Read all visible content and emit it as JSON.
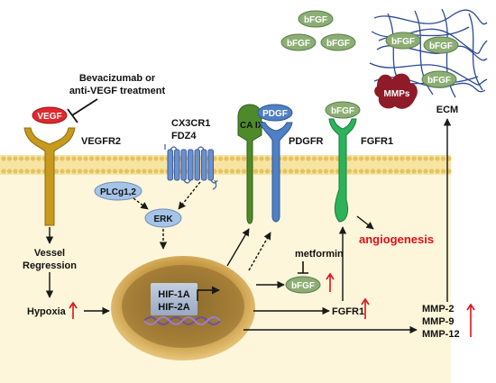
{
  "treatment": {
    "line1": "Bevacizumab or",
    "line2": "anti-VEGF treatment"
  },
  "ligands": {
    "vegf": "VEGF",
    "pdgf": "PDGF",
    "bfgf": "bFGF"
  },
  "receptors": {
    "vegfr2": "VEGFR2",
    "cx3cr1": "CX3CR1",
    "fdz4": "FDZ4",
    "ca_ix": "CA IX",
    "pdgfr": "PDGFR",
    "fgfr1": "FGFR1"
  },
  "signaling": {
    "plcg": "PLCg1,2",
    "erk": "ERK"
  },
  "ecm": {
    "bfgf_free": [
      "bFGF",
      "bFGF",
      "bFGF"
    ],
    "bfgf_bound": [
      "bFGF",
      "bFGF",
      "bFGF"
    ],
    "mmps": "MMPs",
    "label": "ECM"
  },
  "process": {
    "vessel_line1": "Vessel",
    "vessel_line2": "Regression",
    "hypoxia": "Hypoxia",
    "angiogenesis": "angiogenesis",
    "metformin": "metformin"
  },
  "nucleus": {
    "hif1a": "HIF-1A",
    "hif2a": "HIF-2A"
  },
  "outputs": {
    "bfgf": "bFGF",
    "fgfr1": "FGFR1",
    "mmp2": "MMP-2",
    "mmp9": "MMP-9",
    "mmp12": "MMP-12"
  },
  "colors": {
    "membrane": "#f6e4a2",
    "cytoplasm": "#fdf6da",
    "vegfr2": "#c79a1e",
    "gpcr": "#6b8fcf",
    "caix": "#4f8a2a",
    "pdgfr": "#4f7fc4",
    "fgfr1": "#2cb35a",
    "ligand_green": "#8cae74",
    "vegf_red": "#e0282c",
    "mmps": "#8e1b27",
    "angiogenesis": "#e0101a"
  }
}
